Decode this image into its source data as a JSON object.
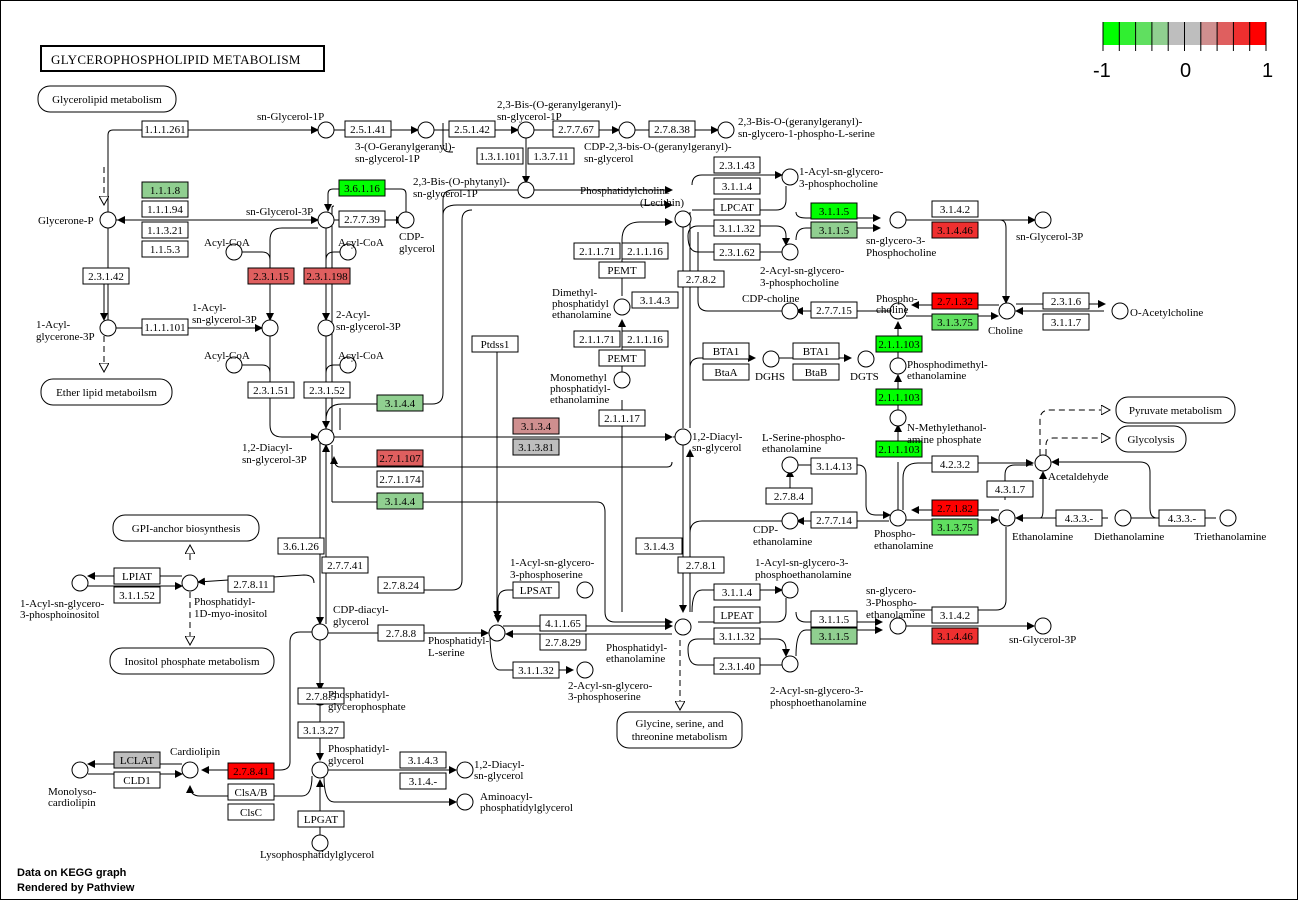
{
  "title": "GLYCEROPHOSPHOLIPID  METABOLISM",
  "footer": {
    "line1": "Data on KEGG graph",
    "line2": "Rendered by Pathview"
  },
  "legend": {
    "min_label": "-1",
    "mid_label": "0",
    "max_label": "1",
    "colors": [
      "#00FF00",
      "#30EF30",
      "#60DF60",
      "#90CF90",
      "#BEBEBE",
      "#BEBEBE",
      "#CF8F8F",
      "#DF5F5F",
      "#EF2F2F",
      "#FF0000"
    ]
  },
  "status_colors": {
    "none": "#FFFFFF",
    "strong_down": "#00FF00",
    "mid_down": "#60DF60",
    "weak_down": "#90CF90",
    "neutral": "#BEBEBE",
    "weak_up": "#CF8F8F",
    "mid_up": "#DF5F5F",
    "strong_up": "#EF2F2F",
    "max_up": "#FF0000"
  },
  "pathways": [
    {
      "label": "Glycerolipid metabolism"
    },
    {
      "label": "Ether lipid metaboilsm"
    },
    {
      "label": "GPI-anchor biosynthesis"
    },
    {
      "label": "Inositol phosphate metabolism"
    },
    {
      "label": "Glycine, serine, and"
    },
    {
      "label": "threonine metabolism"
    },
    {
      "label": "Pyruvate metabolism"
    },
    {
      "label": "Glycolysis"
    }
  ],
  "genes": [
    {
      "label": "1.1.1.261",
      "color": "#FFFFFF"
    },
    {
      "label": "2.5.1.41",
      "color": "#FFFFFF"
    },
    {
      "label": "2.5.1.42",
      "color": "#FFFFFF"
    },
    {
      "label": "2.7.7.67",
      "color": "#FFFFFF"
    },
    {
      "label": "2.7.8.38",
      "color": "#FFFFFF"
    },
    {
      "label": "1.3.1.101",
      "color": "#FFFFFF"
    },
    {
      "label": "1.3.7.11",
      "color": "#FFFFFF"
    },
    {
      "label": "1.1.1.8",
      "color": "#90CF90"
    },
    {
      "label": "1.1.1.94",
      "color": "#FFFFFF"
    },
    {
      "label": "1.1.3.21",
      "color": "#FFFFFF"
    },
    {
      "label": "1.1.5.3",
      "color": "#FFFFFF"
    },
    {
      "label": "3.6.1.16",
      "color": "#00FF00"
    },
    {
      "label": "2.7.7.39",
      "color": "#FFFFFF"
    },
    {
      "label": "2.3.1.15",
      "color": "#DF5F5F"
    },
    {
      "label": "2.3.1.198",
      "color": "#DF5F5F"
    },
    {
      "label": "2.3.1.42",
      "color": "#FFFFFF"
    },
    {
      "label": "1.1.1.101",
      "color": "#FFFFFF"
    },
    {
      "label": "2.3.1.51",
      "color": "#FFFFFF"
    },
    {
      "label": "2.3.1.52",
      "color": "#FFFFFF"
    },
    {
      "label": "3.1.4.4",
      "color": "#90CF90"
    },
    {
      "label": "2.7.1.107",
      "color": "#DF5F5F"
    },
    {
      "label": "2.7.1.174",
      "color": "#FFFFFF"
    },
    {
      "label": "3.1.4.4",
      "color": "#90CF90"
    },
    {
      "label": "3.1.3.4",
      "color": "#CF8F8F"
    },
    {
      "label": "3.1.3.81",
      "color": "#BEBEBE"
    },
    {
      "label": "Ptdss1",
      "color": "#FFFFFF"
    },
    {
      "label": "2.3.1.43",
      "color": "#FFFFFF"
    },
    {
      "label": "3.1.1.4",
      "color": "#FFFFFF"
    },
    {
      "label": "LPCAT",
      "color": "#FFFFFF"
    },
    {
      "label": "3.1.1.32",
      "color": "#FFFFFF"
    },
    {
      "label": "2.3.1.62",
      "color": "#FFFFFF"
    },
    {
      "label": "3.1.1.5",
      "color": "#00FF00"
    },
    {
      "label": "3.1.1.5",
      "color": "#90CF90"
    },
    {
      "label": "3.1.4.2",
      "color": "#FFFFFF"
    },
    {
      "label": "3.1.4.46",
      "color": "#EF2F2F"
    },
    {
      "label": "2.1.1.71",
      "color": "#FFFFFF"
    },
    {
      "label": "2.1.1.16",
      "color": "#FFFFFF"
    },
    {
      "label": "PEMT",
      "color": "#FFFFFF"
    },
    {
      "label": "2.7.8.2",
      "color": "#FFFFFF"
    },
    {
      "label": "3.1.4.3",
      "color": "#FFFFFF"
    },
    {
      "label": "2.1.1.71",
      "color": "#FFFFFF"
    },
    {
      "label": "2.1.1.16",
      "color": "#FFFFFF"
    },
    {
      "label": "PEMT",
      "color": "#FFFFFF"
    },
    {
      "label": "2.1.1.17",
      "color": "#FFFFFF"
    },
    {
      "label": "2.7.7.15",
      "color": "#FFFFFF"
    },
    {
      "label": "2.7.1.32",
      "color": "#FF0000"
    },
    {
      "label": "3.1.3.75",
      "color": "#60DF60"
    },
    {
      "label": "2.3.1.6",
      "color": "#FFFFFF"
    },
    {
      "label": "3.1.1.7",
      "color": "#FFFFFF"
    },
    {
      "label": "2.1.1.103",
      "color": "#00FF00"
    },
    {
      "label": "2.1.1.103",
      "color": "#00FF00"
    },
    {
      "label": "2.1.1.103",
      "color": "#00FF00"
    },
    {
      "label": "BTA1",
      "color": "#FFFFFF"
    },
    {
      "label": "BtaA",
      "color": "#FFFFFF"
    },
    {
      "label": "BTA1",
      "color": "#FFFFFF"
    },
    {
      "label": "BtaB",
      "color": "#FFFFFF"
    },
    {
      "label": "3.1.4.13",
      "color": "#FFFFFF"
    },
    {
      "label": "2.7.8.4",
      "color": "#FFFFFF"
    },
    {
      "label": "2.7.7.14",
      "color": "#FFFFFF"
    },
    {
      "label": "4.2.3.2",
      "color": "#FFFFFF"
    },
    {
      "label": "4.3.1.7",
      "color": "#FFFFFF"
    },
    {
      "label": "2.7.1.82",
      "color": "#FF0000"
    },
    {
      "label": "3.1.3.75",
      "color": "#60DF60"
    },
    {
      "label": "4.3.3.-",
      "color": "#FFFFFF"
    },
    {
      "label": "4.3.3.-",
      "color": "#FFFFFF"
    },
    {
      "label": "3.1.4.3",
      "color": "#FFFFFF"
    },
    {
      "label": "2.7.8.1",
      "color": "#FFFFFF"
    },
    {
      "label": "3.1.1.4",
      "color": "#FFFFFF"
    },
    {
      "label": "LPEAT",
      "color": "#FFFFFF"
    },
    {
      "label": "3.1.1.32",
      "color": "#FFFFFF"
    },
    {
      "label": "2.3.1.40",
      "color": "#FFFFFF"
    },
    {
      "label": "3.1.1.5",
      "color": "#FFFFFF"
    },
    {
      "label": "3.1.1.5",
      "color": "#90CF90"
    },
    {
      "label": "3.1.4.2",
      "color": "#FFFFFF"
    },
    {
      "label": "3.1.4.46",
      "color": "#EF2F2F"
    },
    {
      "label": "LPSAT",
      "color": "#FFFFFF"
    },
    {
      "label": "4.1.1.65",
      "color": "#FFFFFF"
    },
    {
      "label": "2.7.8.29",
      "color": "#FFFFFF"
    },
    {
      "label": "3.1.1.32",
      "color": "#FFFFFF"
    },
    {
      "label": "3.6.1.26",
      "color": "#FFFFFF"
    },
    {
      "label": "2.7.7.41",
      "color": "#FFFFFF"
    },
    {
      "label": "2.7.8.24",
      "color": "#FFFFFF"
    },
    {
      "label": "2.7.8.8",
      "color": "#FFFFFF"
    },
    {
      "label": "2.7.8.11",
      "color": "#FFFFFF"
    },
    {
      "label": "LPIAT",
      "color": "#FFFFFF"
    },
    {
      "label": "3.1.1.52",
      "color": "#FFFFFF"
    },
    {
      "label": "2.7.8.5",
      "color": "#FFFFFF"
    },
    {
      "label": "3.1.3.27",
      "color": "#FFFFFF"
    },
    {
      "label": "2.7.8.41",
      "color": "#FF0000"
    },
    {
      "label": "ClsA/B",
      "color": "#FFFFFF"
    },
    {
      "label": "ClsC",
      "color": "#FFFFFF"
    },
    {
      "label": "LCLAT",
      "color": "#BEBEBE"
    },
    {
      "label": "CLD1",
      "color": "#FFFFFF"
    },
    {
      "label": "LPGAT",
      "color": "#FFFFFF"
    },
    {
      "label": "3.1.4.3",
      "color": "#FFFFFF"
    },
    {
      "label": "3.1.4.-",
      "color": "#FFFFFF"
    }
  ],
  "compounds": [
    "sn-Glycerol-1P",
    "3-(O-Geranylgeranyl)-",
    "sn-glycerol-1P",
    "2,3-Bis-(O-geranylgeranyl)-",
    "sn-glycerol-1P",
    "CDP-2,3-bis-O-(geranylgeranyl)-",
    "sn-glycerol",
    "2,3-Bis-O-(geranylgeranyl)-",
    "sn-glycero-1-phospho-L-serine",
    "2,3-Bis-(O-phytanyl)-",
    "sn-glycerol-1P",
    "Glycerone-P",
    "sn-Glycerol-3P",
    "CDP-",
    "glycerol",
    "Acyl-CoA",
    "Acyl-CoA",
    "1-Acyl-",
    "glycerone-3P",
    "1-Acyl-",
    "sn-glycerol-3P",
    "2-Acyl-",
    "sn-glycerol-3P",
    "Acyl-CoA",
    "Acyl-CoA",
    "1,2-Diacyl-",
    "sn-glycerol-3P",
    "Phosphatidylcholine",
    "(Lecithin)",
    "1-Acyl-sn-glycero-",
    "3-phosphocholine",
    "sn-glycero-3-",
    "Phosphocholine",
    "sn-Glycerol-3P",
    "2-Acyl-sn-glycero-",
    "3-phosphocholine",
    "Dimethyl-",
    "phosphatidyl",
    "ethanolamine",
    "CDP-choline",
    "Phospho-",
    "choline",
    "Choline",
    "O-Acetylcholine",
    "Monomethyl",
    "phosphatidyl-",
    "ethanolamine",
    "DGHS",
    "DGTS",
    "Phosphodimethyl-",
    "ethanolamine",
    "N-Methylethanol-",
    "amine phosphate",
    "1,2-Diacyl-",
    "sn-glycerol",
    "L-Serine-phospho-",
    "ethanolamine",
    "Acetaldehyde",
    "CDP-",
    "ethanolamine",
    "Phospho-",
    "ethanolamine",
    "Ethanolamine",
    "Diethanolamine",
    "Triethanolamine",
    "1-Acyl-sn-glycero-3-",
    "phosphoethanolamine",
    "sn-glycero-",
    "3-Phospho-",
    "ethanolamine",
    "sn-Glycerol-3P",
    "1-Acyl-sn-glycero-",
    "3-phosphoserine",
    "Phosphatidyl-",
    "L-serine",
    "Phosphatidyl-",
    "ethanolamine",
    "2-Acyl-sn-glycero-",
    "3-phosphoserine",
    "2-Acyl-sn-glycero-3-",
    "phosphoethanolamine",
    "CDP-diacyl-",
    "glycerol",
    "1-Acyl-sn-glycero-",
    "3-phosphoinositol",
    "Phosphatidyl-",
    "1D-myo-inositol",
    "Phosphatidyl-",
    "glycerophosphate",
    "Cardiolipin",
    "Phosphatidyl-",
    "glycerol",
    "1,2-Diacyl-",
    "sn-glycerol",
    "Aminoacyl-",
    "phosphatidylglycerol",
    "Monolyso-",
    "cardiolipin",
    "Lysophosphatidylglycerol"
  ]
}
